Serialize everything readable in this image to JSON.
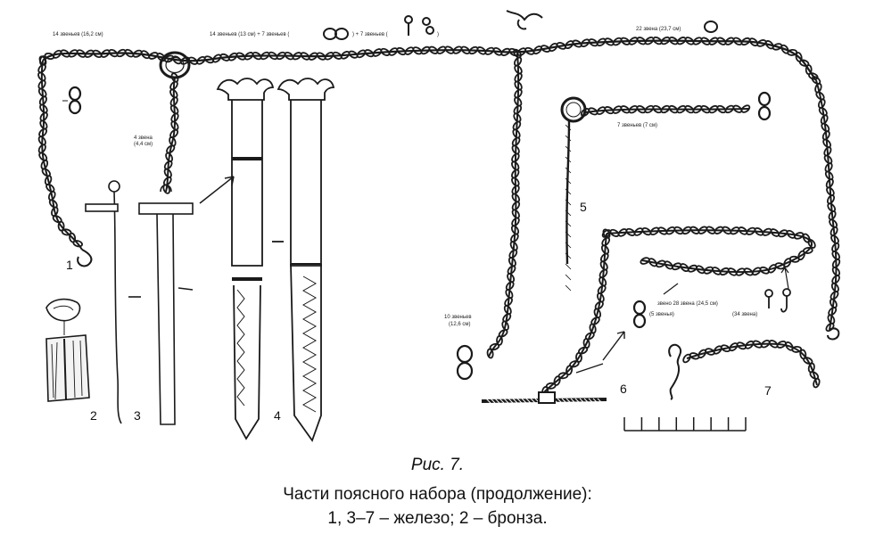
{
  "figure": {
    "number": "Рис. 7.",
    "title": "Части поясного набора (продолжение):",
    "materials": "1, 3–7 – железо; 2 – бронза."
  },
  "item_numbers": [
    "1",
    "2",
    "3",
    "4",
    "5",
    "6",
    "7"
  ],
  "annotations": {
    "a1": "14 звеньев (16,2 см)",
    "a2": "14 звеньев (13 см) + 7 звеньев (",
    "a3": ") + 7 звеньев (",
    "a4": ")",
    "a5": "22 звена (23,7 см)",
    "a6": "4 звена",
    "a7": "(4,4 см)",
    "a8": "7 звеньев (7 см)",
    "a9": "10 звеньев",
    "a10": "(12,6 см)",
    "a11": "звено 28 звена (24,5 см)",
    "a12": "(5 звенья)",
    "a13": "(34 звена)"
  },
  "scale_bar": {
    "divisions": 7
  }
}
